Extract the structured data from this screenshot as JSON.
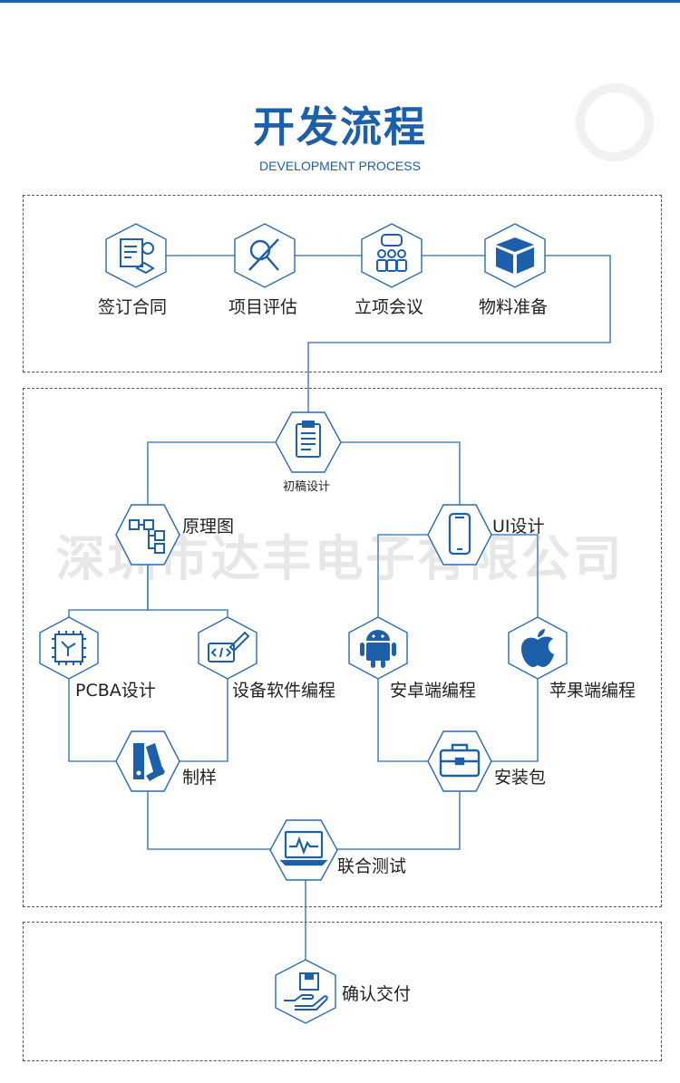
{
  "header": {
    "title": "开发流程",
    "subtitle": "DEVELOPMENT PROCESS"
  },
  "watermark": "深圳市达丰电子有限公司",
  "colors": {
    "accent": "#1d5fa8",
    "line": "#2a6bb0"
  },
  "steps": {
    "contract": {
      "label": "签订合同",
      "icon": "contract-signing-icon"
    },
    "evaluation": {
      "label": "项目评估",
      "icon": "evaluation-magnifier-icon"
    },
    "meeting": {
      "label": "立项会议",
      "icon": "meeting-group-icon"
    },
    "materials": {
      "label": "物料准备",
      "icon": "material-box-icon"
    },
    "draft": {
      "label": "初稿设计",
      "icon": "clipboard-icon"
    },
    "schematic": {
      "label": "原理图",
      "icon": "schematic-tree-icon"
    },
    "ui": {
      "label": "UI设计",
      "icon": "smartphone-icon"
    },
    "pcba": {
      "label": "PCBA设计",
      "icon": "chip-icon"
    },
    "firmware": {
      "label": "设备软件编程",
      "icon": "code-edit-icon"
    },
    "android": {
      "label": "安卓端编程",
      "icon": "android-icon"
    },
    "ios": {
      "label": "苹果端编程",
      "icon": "apple-icon"
    },
    "sample": {
      "label": "制样",
      "icon": "color-swatch-icon"
    },
    "package": {
      "label": "安装包",
      "icon": "briefcase-icon"
    },
    "test": {
      "label": "联合测试",
      "icon": "monitor-pulse-icon"
    },
    "delivery": {
      "label": "确认交付",
      "icon": "hand-box-icon"
    }
  }
}
